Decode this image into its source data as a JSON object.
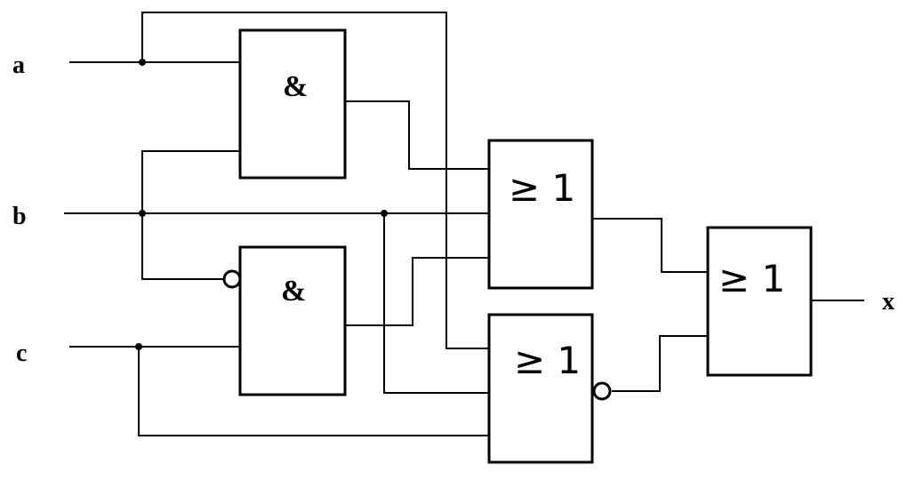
{
  "inputs": {
    "a": "a",
    "b": "b",
    "c": "c"
  },
  "output": {
    "x": "x"
  },
  "gates": {
    "and_top": "&",
    "and_bottom": "&",
    "or_middle": "≥ 1",
    "or_bottom": "≥ 1",
    "or_final": "≥ 1"
  }
}
